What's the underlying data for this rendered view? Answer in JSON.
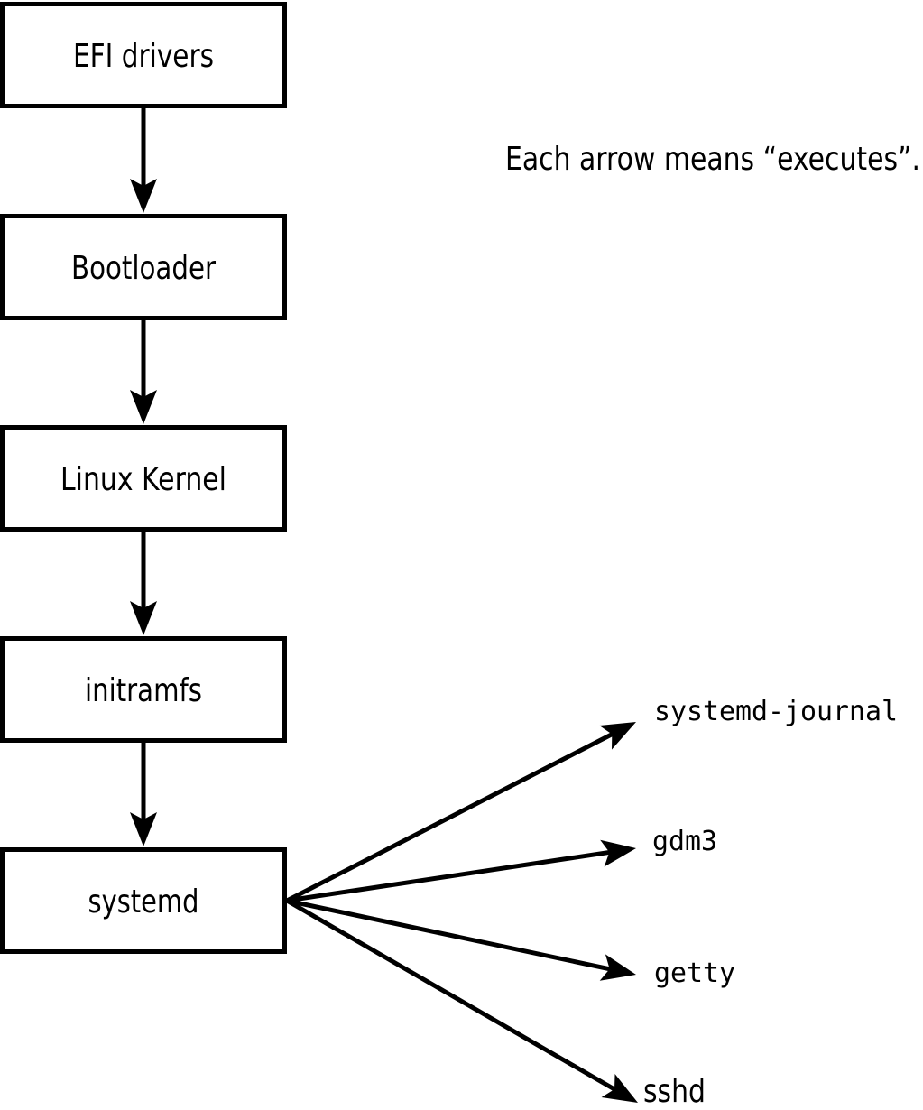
{
  "diagram": {
    "title_hint": "Linux boot process flow",
    "annotation": "Each arrow means “executes”.",
    "arrow_meaning": "executes",
    "chain": [
      {
        "label": "EFI drivers"
      },
      {
        "label": "Bootloader"
      },
      {
        "label": "Linux Kernel"
      },
      {
        "label": "initramfs"
      },
      {
        "label": "systemd"
      }
    ],
    "targets": [
      {
        "label": "systemd-journal"
      },
      {
        "label": "gdm3"
      },
      {
        "label": "getty"
      },
      {
        "label": "sshd"
      }
    ],
    "colors": {
      "stroke": "#000000",
      "box_fill": "#ffffff",
      "background": "#ffffff",
      "text": "#000000"
    }
  }
}
